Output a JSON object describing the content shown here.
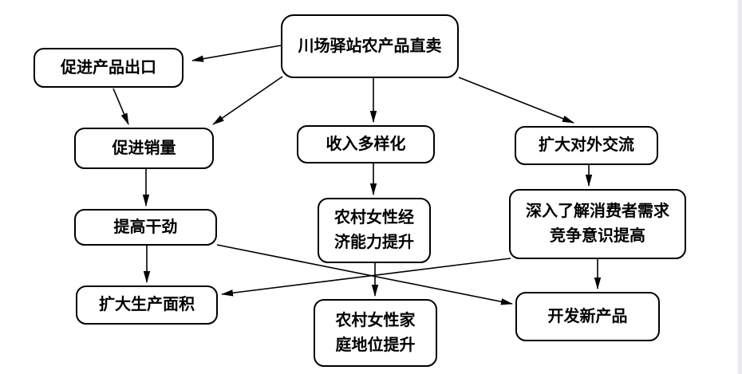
{
  "diagram": {
    "background_color": "#ffffff",
    "box_border_color": "#000000",
    "box_fill_color": "#ffffff",
    "arrow_color": "#000000",
    "nodes": [
      {
        "id": "station-direct-sale",
        "label": "川场驿站农产品直卖"
      },
      {
        "id": "promote-product-export",
        "label": "促进产品出口"
      },
      {
        "id": "promote-sales",
        "label": "促进销量"
      },
      {
        "id": "income-diversification",
        "label": "收入多样化"
      },
      {
        "id": "expand-external-exchange",
        "label": "扩大对外交流"
      },
      {
        "id": "boost-motivation",
        "label": "提高干劲"
      },
      {
        "id": "rural-women-economic-capacity",
        "label": "农村女性经\n济能力提升"
      },
      {
        "id": "consumer-needs-competition-awareness",
        "label": "深入了解消费者需求\n竞争意识提高"
      },
      {
        "id": "expand-production-area",
        "label": "扩大生产面积"
      },
      {
        "id": "rural-women-family-status",
        "label": "农村女性家\n庭地位提升"
      },
      {
        "id": "develop-new-products",
        "label": "开发新产品"
      }
    ],
    "edges": [
      {
        "from": "station-direct-sale",
        "to": "promote-product-export"
      },
      {
        "from": "station-direct-sale",
        "to": "promote-sales"
      },
      {
        "from": "station-direct-sale",
        "to": "income-diversification"
      },
      {
        "from": "station-direct-sale",
        "to": "expand-external-exchange"
      },
      {
        "from": "promote-product-export",
        "to": "promote-sales"
      },
      {
        "from": "promote-sales",
        "to": "boost-motivation"
      },
      {
        "from": "income-diversification",
        "to": "rural-women-economic-capacity"
      },
      {
        "from": "expand-external-exchange",
        "to": "consumer-needs-competition-awareness"
      },
      {
        "from": "boost-motivation",
        "to": "expand-production-area"
      },
      {
        "from": "boost-motivation",
        "to": "develop-new-products"
      },
      {
        "from": "consumer-needs-competition-awareness",
        "to": "expand-production-area"
      },
      {
        "from": "consumer-needs-competition-awareness",
        "to": "develop-new-products"
      },
      {
        "from": "rural-women-economic-capacity",
        "to": "rural-women-family-status"
      }
    ]
  }
}
